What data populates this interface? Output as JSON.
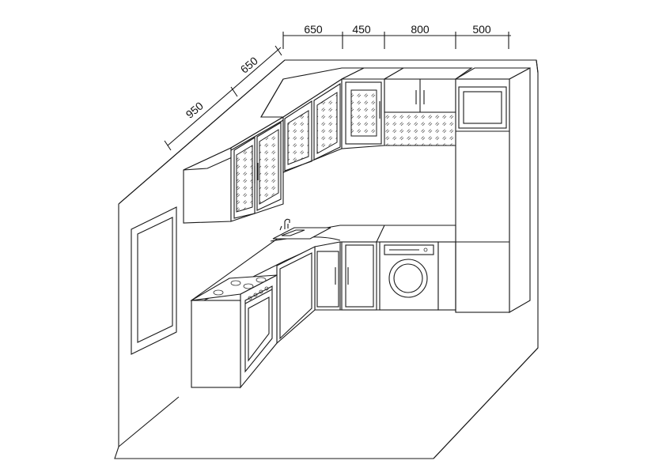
{
  "dimensions": {
    "top": [
      "650",
      "450",
      "800",
      "500"
    ],
    "left": [
      "650",
      "950"
    ]
  },
  "colors": {
    "line": "#1a1a1a",
    "background": "#ffffff"
  }
}
